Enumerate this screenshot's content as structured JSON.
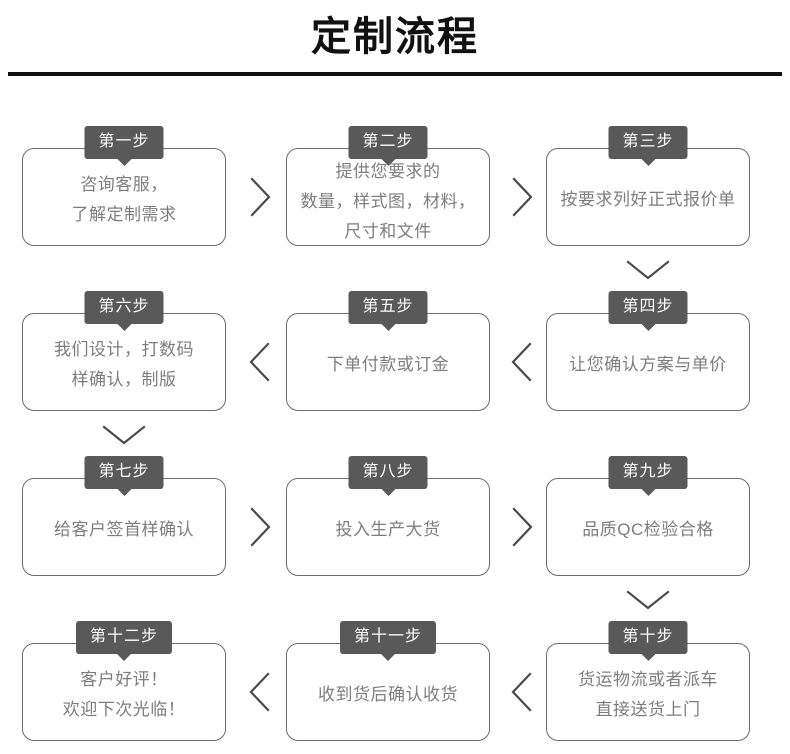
{
  "header": {
    "title": "定制流程"
  },
  "flow": {
    "steps": [
      {
        "badge": "第一步",
        "lines": [
          "咨询客服，",
          "了解定制需求"
        ]
      },
      {
        "badge": "第二步",
        "lines": [
          "提供您要求的",
          "数量，样式图，材料，",
          "尺寸和文件"
        ]
      },
      {
        "badge": "第三步",
        "lines": [
          "按要求列好正式报价单"
        ]
      },
      {
        "badge": "第四步",
        "lines": [
          "让您确认方案与单价"
        ]
      },
      {
        "badge": "第五步",
        "lines": [
          "下单付款或订金"
        ]
      },
      {
        "badge": "第六步",
        "lines": [
          "我们设计，打数码",
          "样确认，制版"
        ]
      },
      {
        "badge": "第七步",
        "lines": [
          "给客户签首样确认"
        ]
      },
      {
        "badge": "第八步",
        "lines": [
          "投入生产大货"
        ]
      },
      {
        "badge": "第九步",
        "lines": [
          "品质QC检验合格"
        ]
      },
      {
        "badge": "第十步",
        "lines": [
          "货运物流或者派车",
          "直接送货上门"
        ]
      },
      {
        "badge": "第十一步",
        "lines": [
          "收到货后确认收货"
        ]
      },
      {
        "badge": "第十二步",
        "lines": [
          "客户好评！",
          "欢迎下次光临！"
        ]
      }
    ],
    "connectors": [
      {
        "name": "connector-step1-to-step2",
        "direction": "right"
      },
      {
        "name": "connector-step2-to-step3",
        "direction": "right"
      },
      {
        "name": "connector-step3-to-step4",
        "direction": "down"
      },
      {
        "name": "connector-step4-to-step5",
        "direction": "left"
      },
      {
        "name": "connector-step5-to-step6",
        "direction": "left"
      },
      {
        "name": "connector-step6-to-step7",
        "direction": "down"
      },
      {
        "name": "connector-step7-to-step8",
        "direction": "right"
      },
      {
        "name": "connector-step8-to-step9",
        "direction": "right"
      },
      {
        "name": "connector-step9-to-step10",
        "direction": "down"
      },
      {
        "name": "connector-step10-to-step11",
        "direction": "left"
      },
      {
        "name": "connector-step11-to-step12",
        "direction": "left"
      }
    ]
  },
  "colors": {
    "badge_background": "#595959",
    "badge_text": "#ffffff",
    "box_border": "#6b6b6b",
    "body_text": "#7d7d7d",
    "title_text": "#111111",
    "rule": "#111111",
    "connector": "#4a4a4a",
    "page_background": "#ffffff"
  }
}
